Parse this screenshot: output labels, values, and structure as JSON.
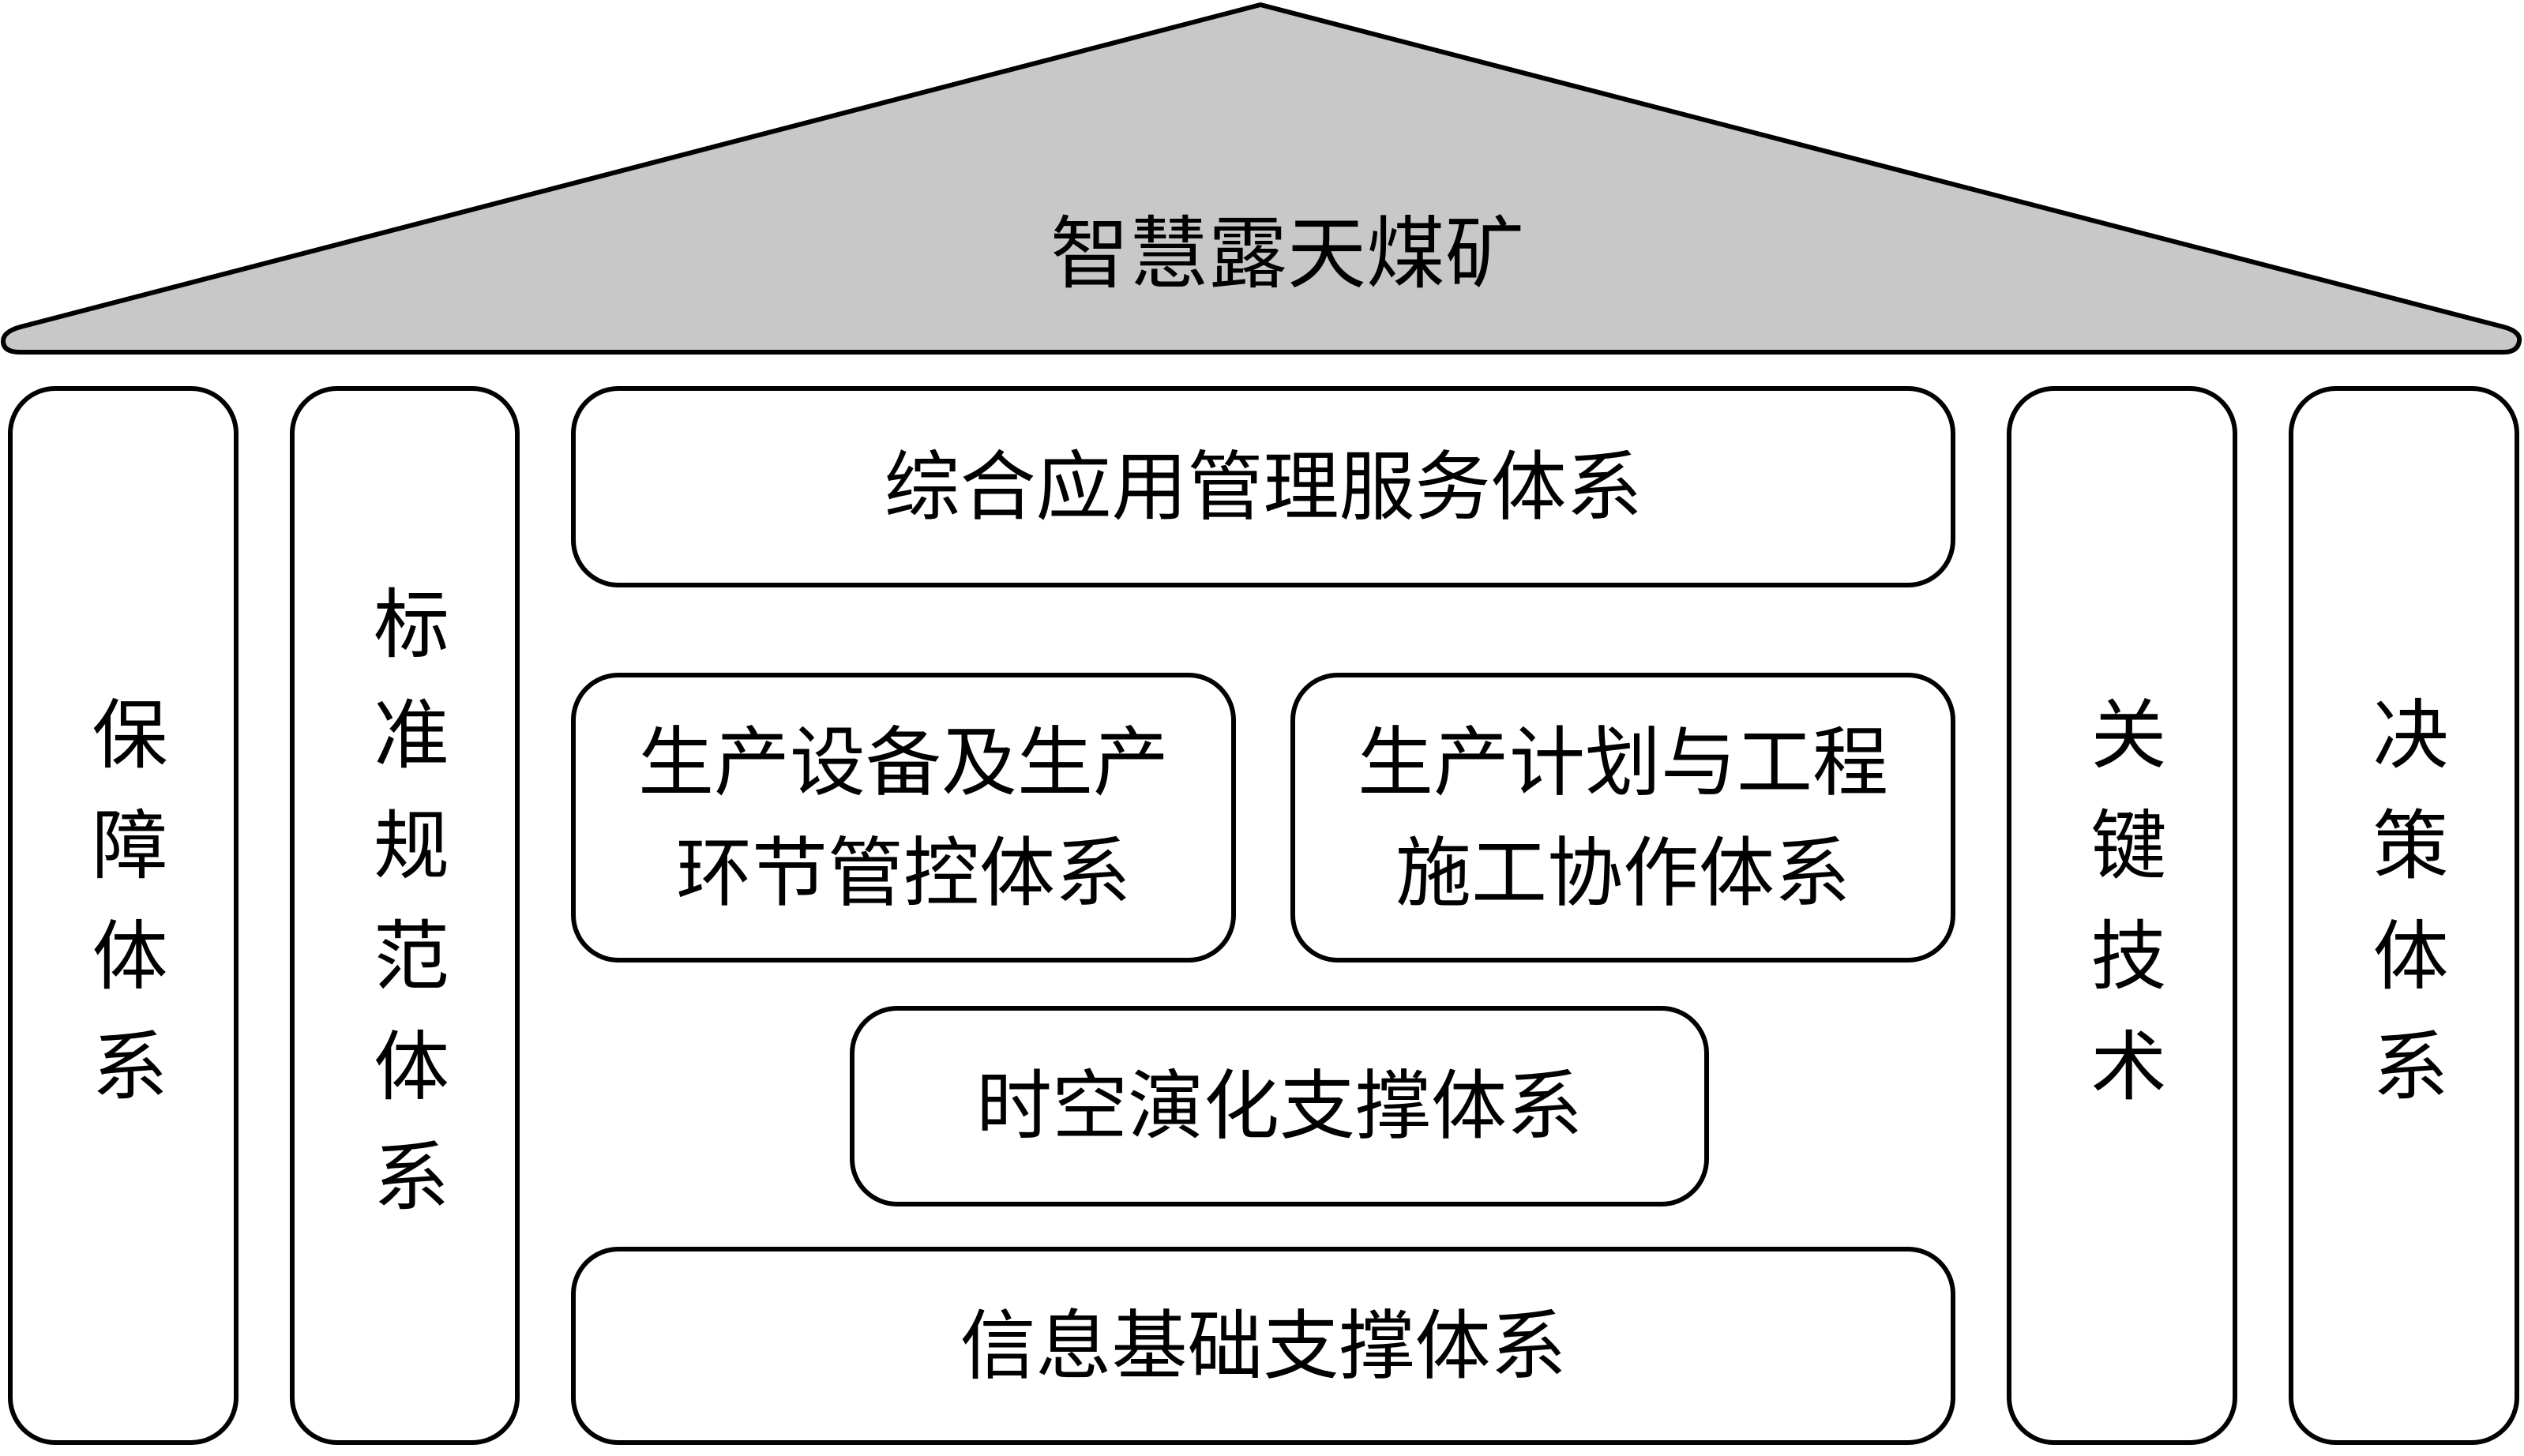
{
  "roof": {
    "title": "智慧露天煤矿",
    "fill": "#c8c8c8"
  },
  "left_pillars": [
    {
      "label": "保障体系"
    },
    {
      "label": "标准规范体系"
    }
  ],
  "right_pillars": [
    {
      "label": "关键技术"
    },
    {
      "label": "决策体系"
    }
  ],
  "center": {
    "top": "综合应用管理服务体系",
    "middle_left": [
      "生产设备及生产",
      "环节管控体系"
    ],
    "middle_right": [
      "生产计划与工程",
      "施工协作体系"
    ],
    "spatiotemporal": "时空演化支撑体系",
    "bottom": "信息基础支撑体系"
  }
}
